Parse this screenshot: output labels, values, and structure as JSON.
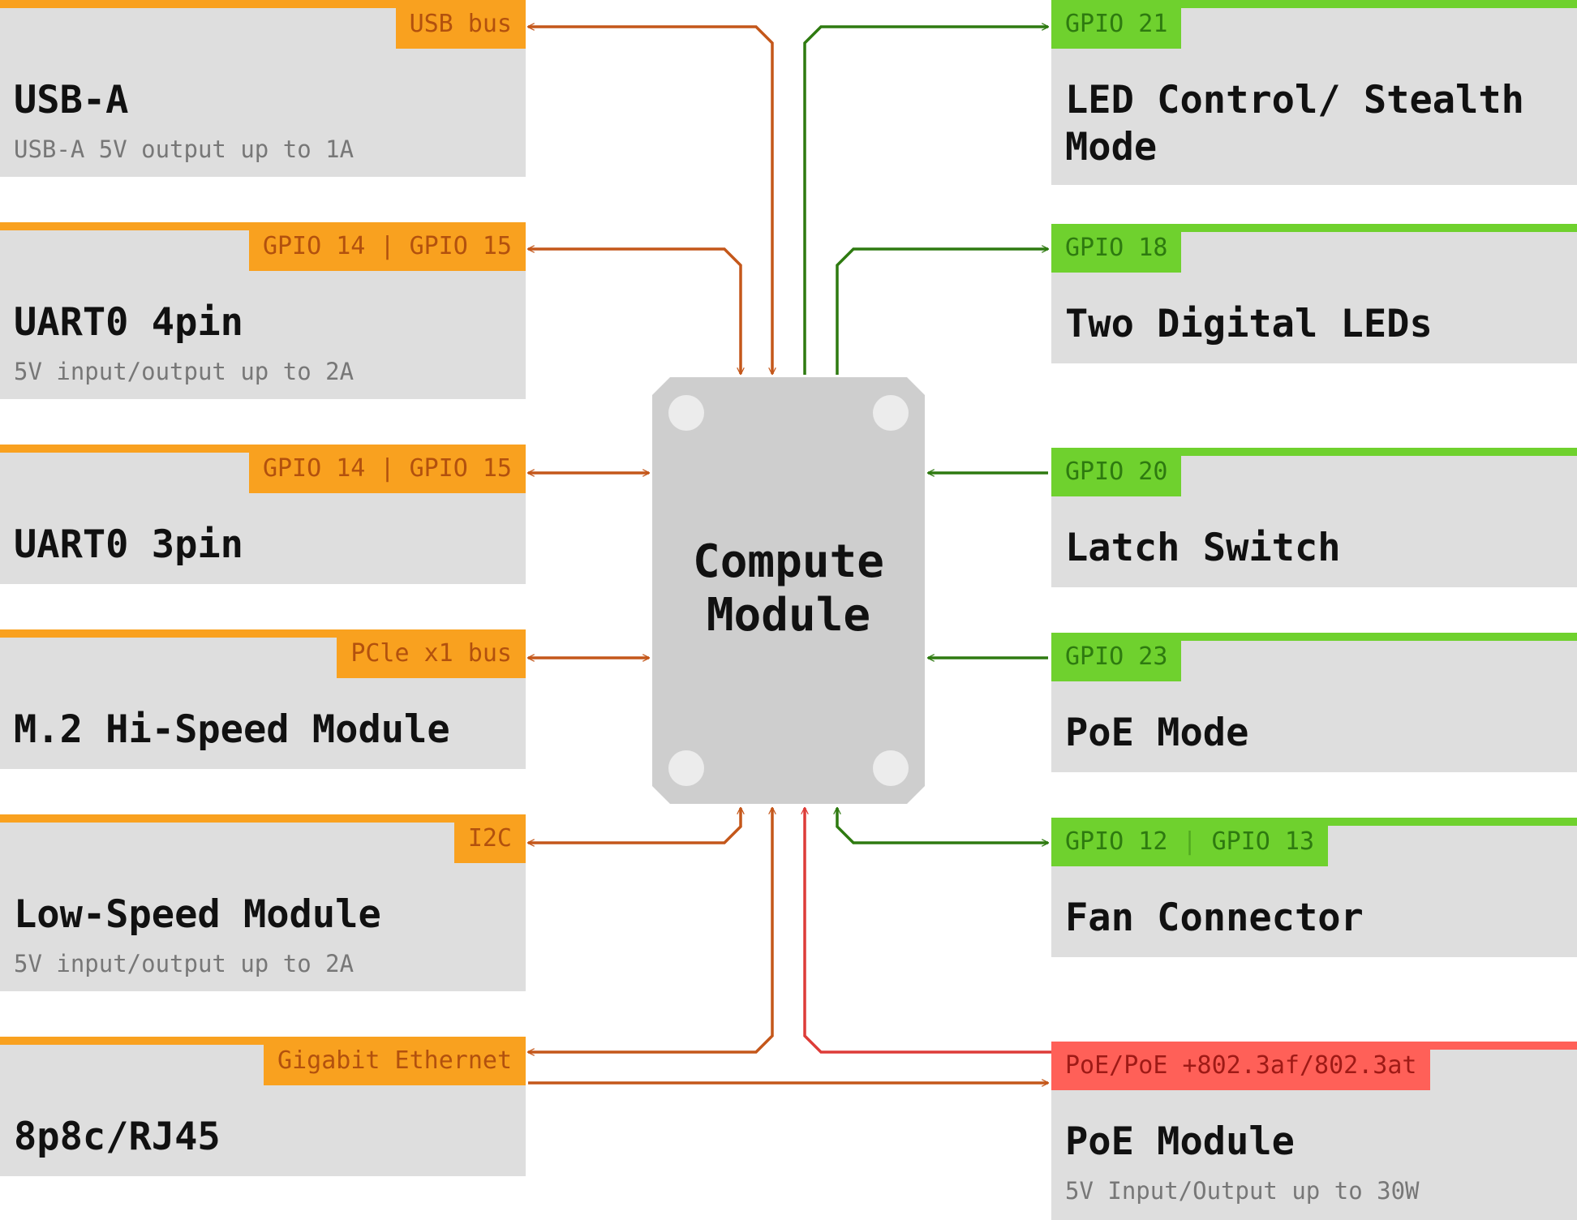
{
  "center": {
    "title_line1": "Compute",
    "title_line2": "Module"
  },
  "left_blocks": [
    {
      "tag": "USB bus",
      "title": "USB-A",
      "subtitle": "USB-A 5V output up to 1A"
    },
    {
      "tag_a": "GPIO 14",
      "tag_sep": "|",
      "tag_b": "GPIO 15",
      "title": "UART0 4pin",
      "subtitle": "5V input/output up to 2A"
    },
    {
      "tag_a": "GPIO 14",
      "tag_sep": "|",
      "tag_b": "GPIO 15",
      "title": "UART0 3pin"
    },
    {
      "tag": "PCle x1 bus",
      "title": "M.2 Hi-Speed Module"
    },
    {
      "tag": "I2C",
      "title": "Low-Speed Module",
      "subtitle": "5V input/output up to 2A"
    },
    {
      "tag": "Gigabit Ethernet",
      "title": "8p8c/RJ45"
    }
  ],
  "right_blocks": [
    {
      "tag": "GPIO 21",
      "title_line1": "LED Control/ Stealth",
      "title_line2": "Mode"
    },
    {
      "tag": "GPIO 18",
      "title": "Two Digital LEDs"
    },
    {
      "tag": "GPIO 20",
      "title": "Latch Switch"
    },
    {
      "tag": "GPIO 23",
      "title": "PoE Mode"
    },
    {
      "tag_a": "GPIO 12",
      "tag_sep": "|",
      "tag_b": "GPIO 13",
      "title": "Fan Connector"
    },
    {
      "tag": "PoE/PoE +802.3af/802.3at",
      "title": "PoE Module",
      "subtitle": "5V Input/Output up to 30W"
    }
  ],
  "colors": {
    "orange": "#f9a11f",
    "orange_wire": "#c4571a",
    "green": "#6fd12e",
    "green_wire": "#2e7a10",
    "red": "#ff6058",
    "red_wire": "#dd3c38",
    "card": "#dedede",
    "module": "#cecece"
  }
}
